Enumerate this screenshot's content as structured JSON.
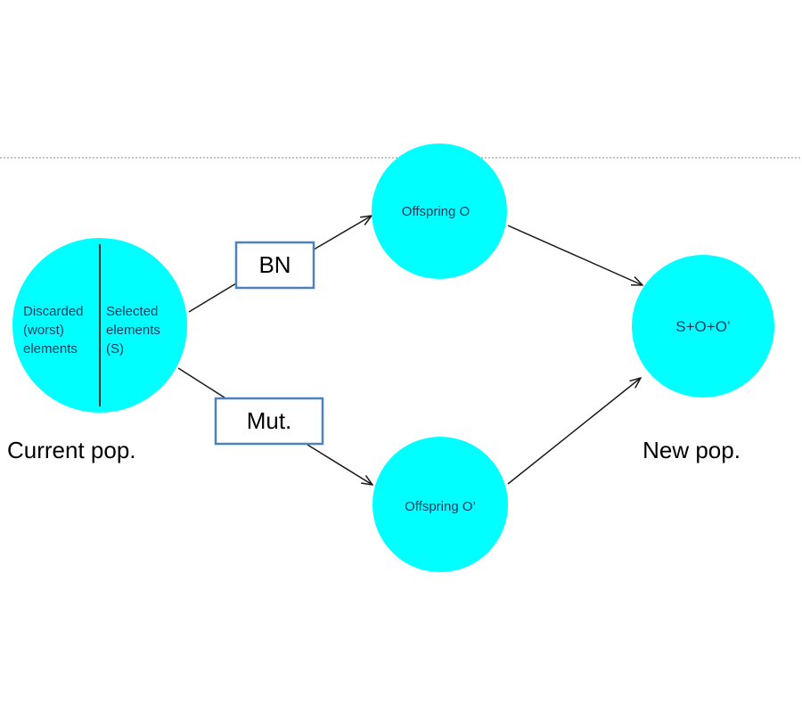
{
  "colors": {
    "node_fill": "#00ffff",
    "box_border": "#4f81bd",
    "arrow": "#1a1a1a",
    "separator": "#888888"
  },
  "current_population": {
    "discarded_lines": [
      "Discarded",
      "(worst)",
      "elements"
    ],
    "selected_lines": [
      "Selected",
      "elements",
      "(S)"
    ],
    "caption": "Current pop."
  },
  "operators": {
    "bn_label": "BN",
    "mutation_label": "Mut."
  },
  "offspring": {
    "top_label": "Offspring  O",
    "bottom_label": "Offspring O’"
  },
  "new_population": {
    "label": "S+O+O’",
    "caption": "New pop."
  }
}
